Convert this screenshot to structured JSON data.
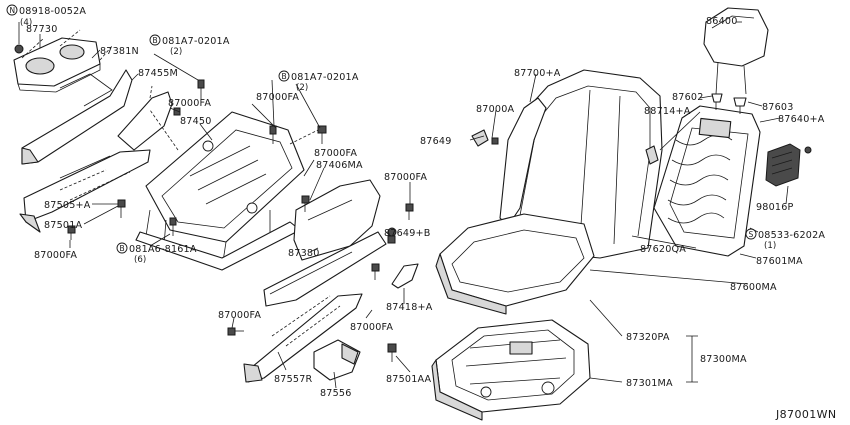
{
  "drawing_code": "J87001WN",
  "callouts": {
    "c1": {
      "prefix": "N",
      "text": "08918-0052A",
      "qty": "(4)"
    },
    "c2": {
      "text": "87730"
    },
    "c3": {
      "text": "87381N"
    },
    "c4": {
      "text": "87455M"
    },
    "c5": {
      "prefix": "B",
      "text": "081A7-0201A",
      "qty": "(2)"
    },
    "c6": {
      "prefix": "B",
      "text": "081A7-0201A",
      "qty": "(2)"
    },
    "c7": {
      "text": "87000FA"
    },
    "c8": {
      "text": "87000FA"
    },
    "c9": {
      "text": "87450"
    },
    "c10": {
      "text": "87000FA"
    },
    "c11": {
      "text": "87406MA"
    },
    "c12": {
      "text": "87505+A"
    },
    "c13": {
      "text": "87501A"
    },
    "c14": {
      "text": "87000FA"
    },
    "c15": {
      "prefix": "B",
      "text": "081A6-8161A",
      "qty": "(6)"
    },
    "c16": {
      "text": "87380"
    },
    "c17": {
      "text": "87000FA"
    },
    "c18": {
      "text": "87649+B"
    },
    "c19": {
      "text": "87418+A"
    },
    "c20": {
      "text": "87000FA"
    },
    "c21": {
      "text": "87000FA"
    },
    "c22": {
      "text": "87557R"
    },
    "c23": {
      "text": "87556"
    },
    "c24": {
      "text": "87501AA"
    },
    "c25": {
      "text": "87700+A"
    },
    "c26": {
      "text": "87000A"
    },
    "c27": {
      "text": "87649"
    },
    "c28": {
      "text": "86400"
    },
    "c29": {
      "text": "87602"
    },
    "c30": {
      "text": "87603"
    },
    "c31": {
      "text": "88714+A"
    },
    "c32": {
      "text": "87640+A"
    },
    "c33": {
      "text": "98016P"
    },
    "c34": {
      "prefix": "S",
      "text": "08533-6202A",
      "qty": "(1)"
    },
    "c35": {
      "text": "87620QA"
    },
    "c36": {
      "text": "87601MA"
    },
    "c37": {
      "text": "87600MA"
    },
    "c38": {
      "text": "87320PA"
    },
    "c39": {
      "text": "87300MA"
    },
    "c40": {
      "text": "87301MA"
    }
  }
}
